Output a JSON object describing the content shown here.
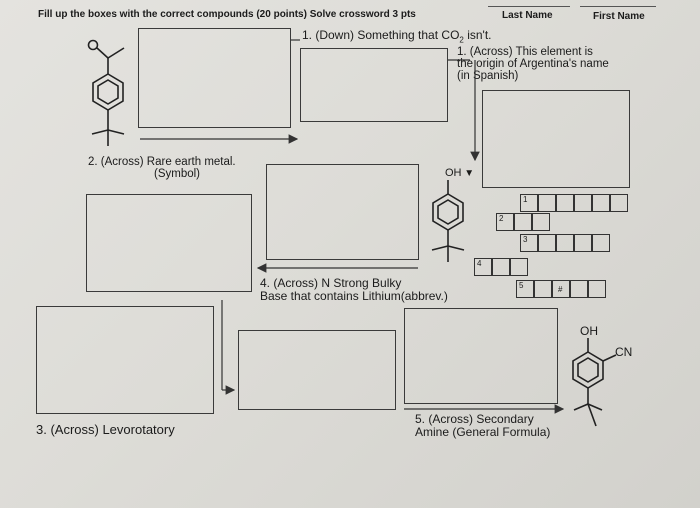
{
  "header": {
    "instruction": "Fill up the boxes with the correct compounds (20 points) Solve crossword 3 pts",
    "last_name_label": "Last Name",
    "first_name_label": "First Name"
  },
  "clues": {
    "down1": [
      "1. (Down) Something that CO",
      "2",
      " isn't."
    ],
    "across1": [
      "1. (Across) This element is",
      "the origin of Argentina's name",
      "(in Spanish)"
    ],
    "across2": [
      "2. (Across) Rare earth metal.",
      "(Symbol)"
    ],
    "across3": "3. (Across) Levorotatory",
    "across4": [
      "4. (Across) N Strong Bulky",
      "Base that contains Lithium(abbrev.)"
    ],
    "across5": [
      "5. (Across) Secondary",
      "Amine (General Formula)"
    ]
  },
  "structures": {
    "oh_label": "OH",
    "oh_label_2": "OH",
    "cn_label": "CN"
  },
  "crossword": {
    "numbers": [
      "1",
      "2",
      "3",
      "4",
      "5"
    ],
    "hash": "#"
  },
  "icons": [
    "arrow-right-icon",
    "arrow-down-icon",
    "arrow-left-icon"
  ]
}
